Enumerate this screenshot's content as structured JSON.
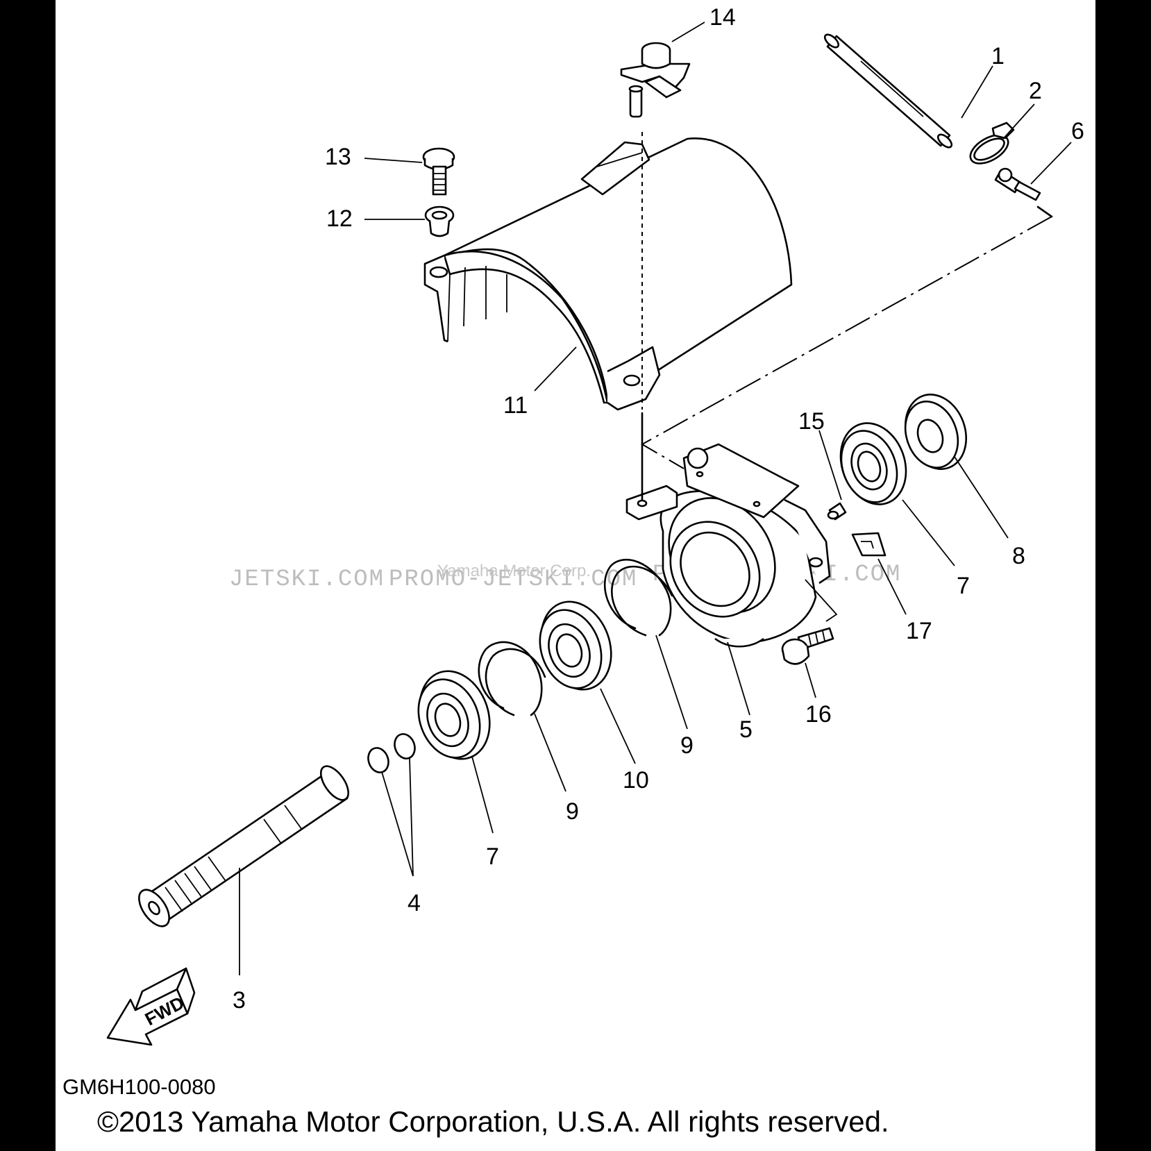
{
  "diagram": {
    "code": "GM6H100-0080",
    "copyright": "©2013 Yamaha Motor Corporation, U.S.A. All rights reserved.",
    "direction_label": "FWD",
    "watermarks": [
      "JETSKI.COM",
      "PROMO-JETSKI.COM",
      "PROMO-JETSKI.COM"
    ],
    "watermark_overlay": "Yamaha Motor Corp.",
    "callouts": [
      "1",
      "2",
      "6",
      "14",
      "13",
      "12",
      "11",
      "15",
      "7",
      "8",
      "17",
      "16",
      "5",
      "9",
      "10",
      "9",
      "7",
      "4",
      "3"
    ]
  }
}
